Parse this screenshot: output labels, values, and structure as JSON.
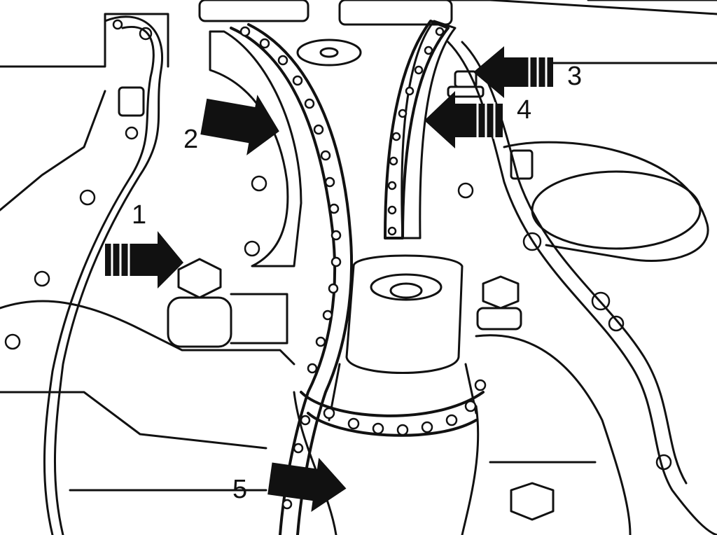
{
  "diagram": {
    "callouts": [
      {
        "id": "1",
        "label": "1"
      },
      {
        "id": "2",
        "label": "2"
      },
      {
        "id": "3",
        "label": "3"
      },
      {
        "id": "4",
        "label": "4"
      },
      {
        "id": "5",
        "label": "5"
      }
    ],
    "colors": {
      "ink": "#111111",
      "paper": "#ffffff"
    }
  }
}
